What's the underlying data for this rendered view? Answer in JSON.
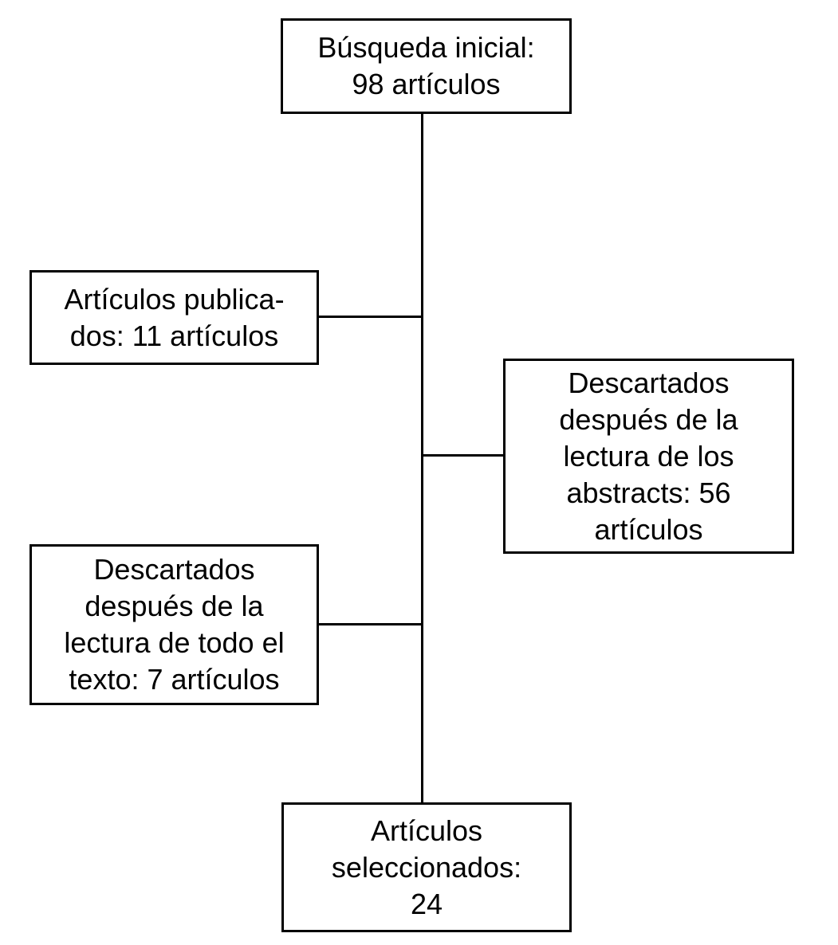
{
  "flowchart": {
    "boxes": {
      "initial_search": {
        "lines": [
          "Búsqueda inicial:",
          "98 artículos"
        ]
      },
      "published": {
        "lines": [
          "Artículos publica-",
          "dos: 11 artículos"
        ]
      },
      "discarded_abstracts": {
        "lines": [
          "Descartados",
          "después de la",
          "lectura de los",
          "abstracts: 56",
          "artículos"
        ]
      },
      "discarded_full_text": {
        "lines": [
          "Descartados",
          "después de la",
          "lectura de todo el",
          "texto: 7 artículos"
        ]
      },
      "selected": {
        "lines": [
          "Artículos",
          "seleccionados:",
          "24"
        ]
      }
    },
    "colors": {
      "border": "#000000",
      "line": "#000000",
      "text": "#000000",
      "background": "#ffffff"
    }
  }
}
